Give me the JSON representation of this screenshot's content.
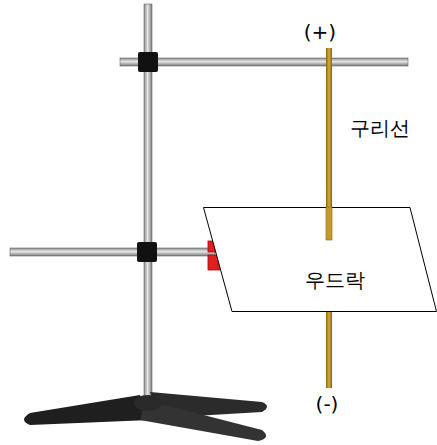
{
  "diagram": {
    "nodes": [
      {
        "text": [
          "우드락"
        ]
      }
    ],
    "labels": [
      "(+)",
      "구리선",
      "(-)"
    ]
  }
}
